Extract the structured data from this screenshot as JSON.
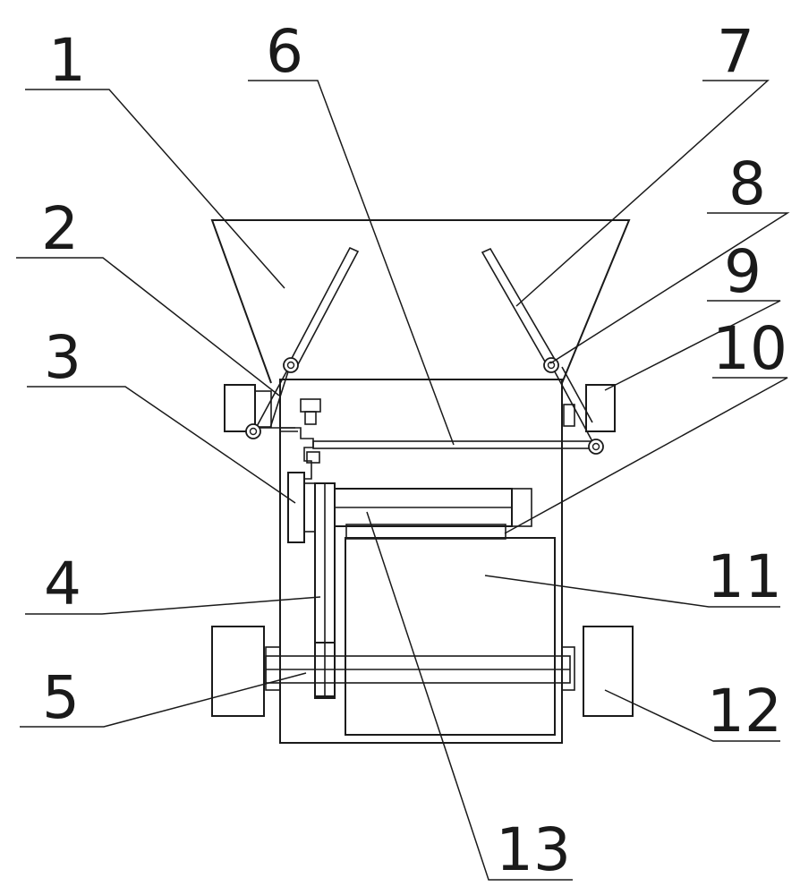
{
  "callouts": {
    "c1": "1",
    "c2": "2",
    "c3": "3",
    "c4": "4",
    "c5": "5",
    "c6": "6",
    "c7": "7",
    "c8": "8",
    "c9": "9",
    "c10": "10",
    "c11": "11",
    "c12": "12",
    "c13": "13"
  },
  "colors": {
    "stroke": "#1a1a1a",
    "background": "#ffffff"
  }
}
